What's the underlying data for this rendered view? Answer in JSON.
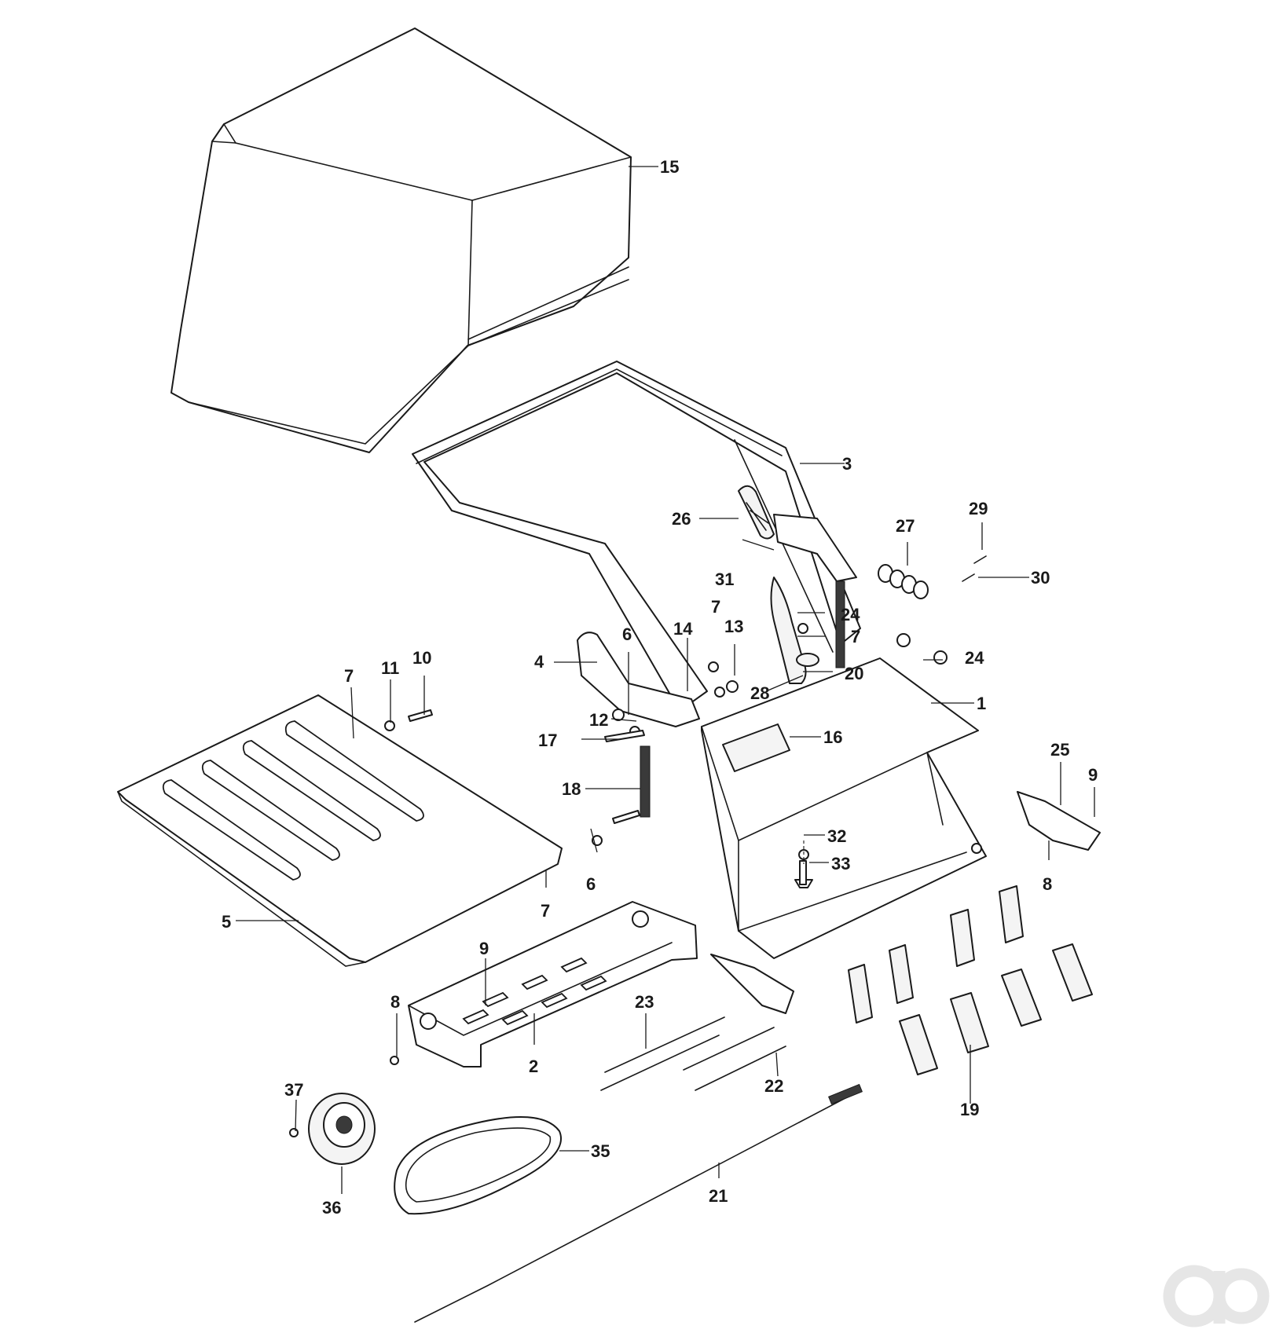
{
  "callouts": [
    {
      "id": "c15",
      "label": "15"
    },
    {
      "id": "c3",
      "label": "3"
    },
    {
      "id": "c29",
      "label": "29"
    },
    {
      "id": "c27",
      "label": "27"
    },
    {
      "id": "c26",
      "label": "26"
    },
    {
      "id": "c30",
      "label": "30"
    },
    {
      "id": "c31",
      "label": "31"
    },
    {
      "id": "c24a",
      "label": "24"
    },
    {
      "id": "c7a",
      "label": "7"
    },
    {
      "id": "c7b",
      "label": "7"
    },
    {
      "id": "c14",
      "label": "14"
    },
    {
      "id": "c13",
      "label": "13"
    },
    {
      "id": "c6a",
      "label": "6"
    },
    {
      "id": "c24b",
      "label": "24"
    },
    {
      "id": "c4",
      "label": "4"
    },
    {
      "id": "c20",
      "label": "20"
    },
    {
      "id": "c10",
      "label": "10"
    },
    {
      "id": "c11",
      "label": "11"
    },
    {
      "id": "c7c",
      "label": "7"
    },
    {
      "id": "c28",
      "label": "28"
    },
    {
      "id": "c1",
      "label": "1"
    },
    {
      "id": "c12",
      "label": "12"
    },
    {
      "id": "c16",
      "label": "16"
    },
    {
      "id": "c17",
      "label": "17"
    },
    {
      "id": "c25",
      "label": "25"
    },
    {
      "id": "c9a",
      "label": "9"
    },
    {
      "id": "c18",
      "label": "18"
    },
    {
      "id": "c32",
      "label": "32"
    },
    {
      "id": "c33",
      "label": "33"
    },
    {
      "id": "c6b",
      "label": "6"
    },
    {
      "id": "c8a",
      "label": "8"
    },
    {
      "id": "c7d",
      "label": "7"
    },
    {
      "id": "c5",
      "label": "5"
    },
    {
      "id": "c9b",
      "label": "9"
    },
    {
      "id": "c8b",
      "label": "8"
    },
    {
      "id": "c23",
      "label": "23"
    },
    {
      "id": "c2",
      "label": "2"
    },
    {
      "id": "c22",
      "label": "22"
    },
    {
      "id": "c19",
      "label": "19"
    },
    {
      "id": "c37",
      "label": "37"
    },
    {
      "id": "c35",
      "label": "35"
    },
    {
      "id": "c21",
      "label": "21"
    },
    {
      "id": "c36",
      "label": "36"
    }
  ],
  "watermark": "ao"
}
